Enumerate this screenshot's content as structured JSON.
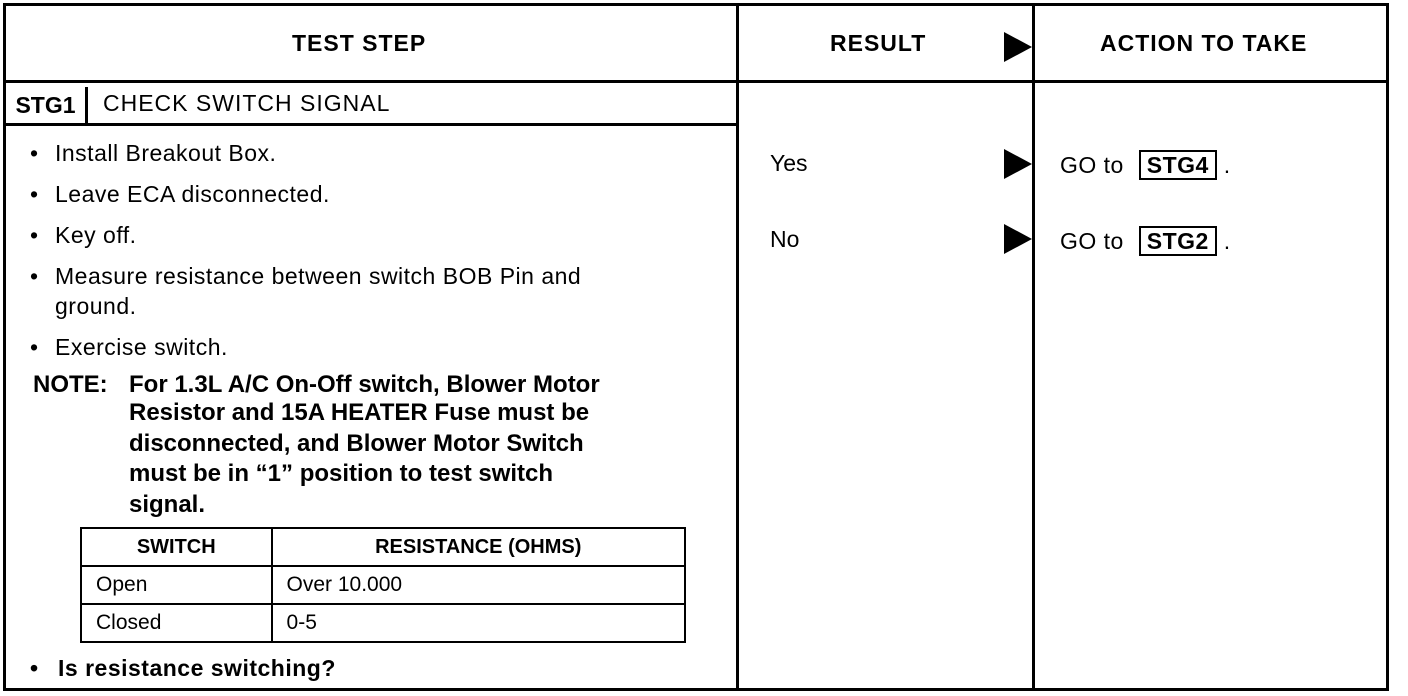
{
  "header": {
    "test_step": "TEST STEP",
    "result": "RESULT",
    "action": "ACTION TO TAKE"
  },
  "stage": {
    "label": "STG1",
    "title": "CHECK SWITCH SIGNAL"
  },
  "steps": [
    {
      "bullet": "•",
      "text": "Install  Breakout  Box."
    },
    {
      "bullet": "•",
      "text": "Leave  ECA  disconnected."
    },
    {
      "bullet": "•",
      "text": "Key  off."
    },
    {
      "bullet": "•",
      "text": "Measure  resistance  between  switch  BOB  Pin  and"
    },
    {
      "bullet": "",
      "text": "ground."
    },
    {
      "bullet": "•",
      "text": "Exercise  switch."
    }
  ],
  "note": {
    "label": "NOTE:",
    "lines": [
      "For 1.3L A/C On-Off switch, Blower Motor",
      "Resistor and 15A HEATER Fuse must be",
      "disconnected, and Blower Motor Switch",
      "must be in “1” position to test switch",
      "signal."
    ]
  },
  "resistance_table": {
    "headers": [
      "SWITCH",
      "RESISTANCE (OHMS)"
    ],
    "rows": [
      [
        "Open",
        "Over 10.000"
      ],
      [
        "Closed",
        "0-5"
      ]
    ]
  },
  "final_question": {
    "bullet": "•",
    "text": "Is  resistance  switching?"
  },
  "results": [
    {
      "result": "Yes",
      "action_prefix": "GO  to",
      "action_ref": "STG4",
      "action_suffix": "."
    },
    {
      "result": "No",
      "action_prefix": "GO  to",
      "action_ref": "STG2",
      "action_suffix": "."
    }
  ]
}
